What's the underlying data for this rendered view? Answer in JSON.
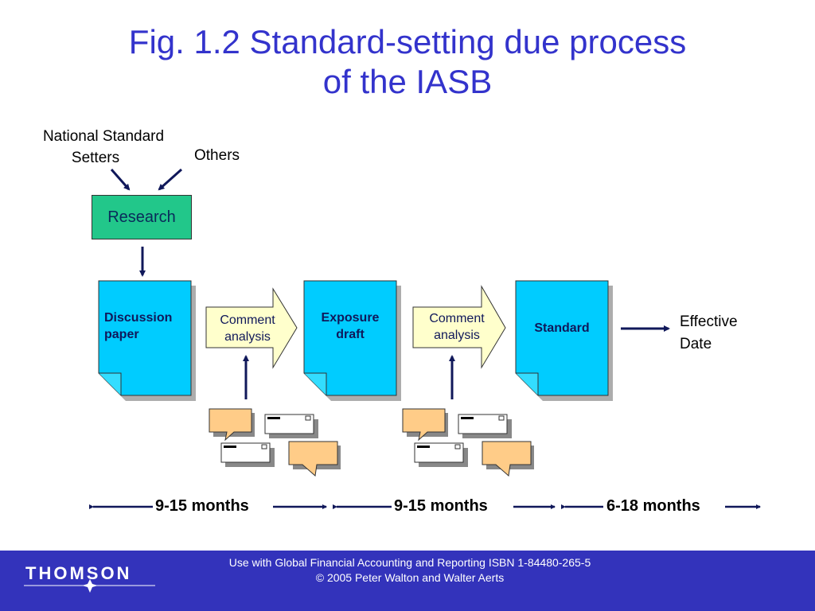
{
  "title": {
    "line1": "Fig. 1.2  Standard-setting due process",
    "line2": "of the IASB"
  },
  "inputs": {
    "national_line1": "National Standard",
    "national_line2": "Setters",
    "others": "Others"
  },
  "research": "Research",
  "documents": {
    "discussion_line1": "Discussion",
    "discussion_line2": "paper",
    "exposure_line1": "Exposure",
    "exposure_line2": "draft",
    "standard": "Standard"
  },
  "comment": {
    "line1": "Comment",
    "line2": "analysis"
  },
  "effective": {
    "line1": "Effective",
    "line2": "Date"
  },
  "timeline": {
    "period1": "9-15 months",
    "period2": "9-15 months",
    "period3": "6-18 months"
  },
  "footer": {
    "line1": "Use with Global Financial Accounting and Reporting ISBN 1-84480-265-5",
    "line2": "© 2005 Peter Walton and Walter Aerts",
    "logo": "THOMSON"
  },
  "colors": {
    "title": "#3333cc",
    "research_fill": "#22c78a",
    "document_fill": "#00ccff",
    "comment_fill": "#ffffcc",
    "note_fill": "#ffcc88",
    "footer_bg": "#3333bb",
    "arrow": "#10185a"
  }
}
